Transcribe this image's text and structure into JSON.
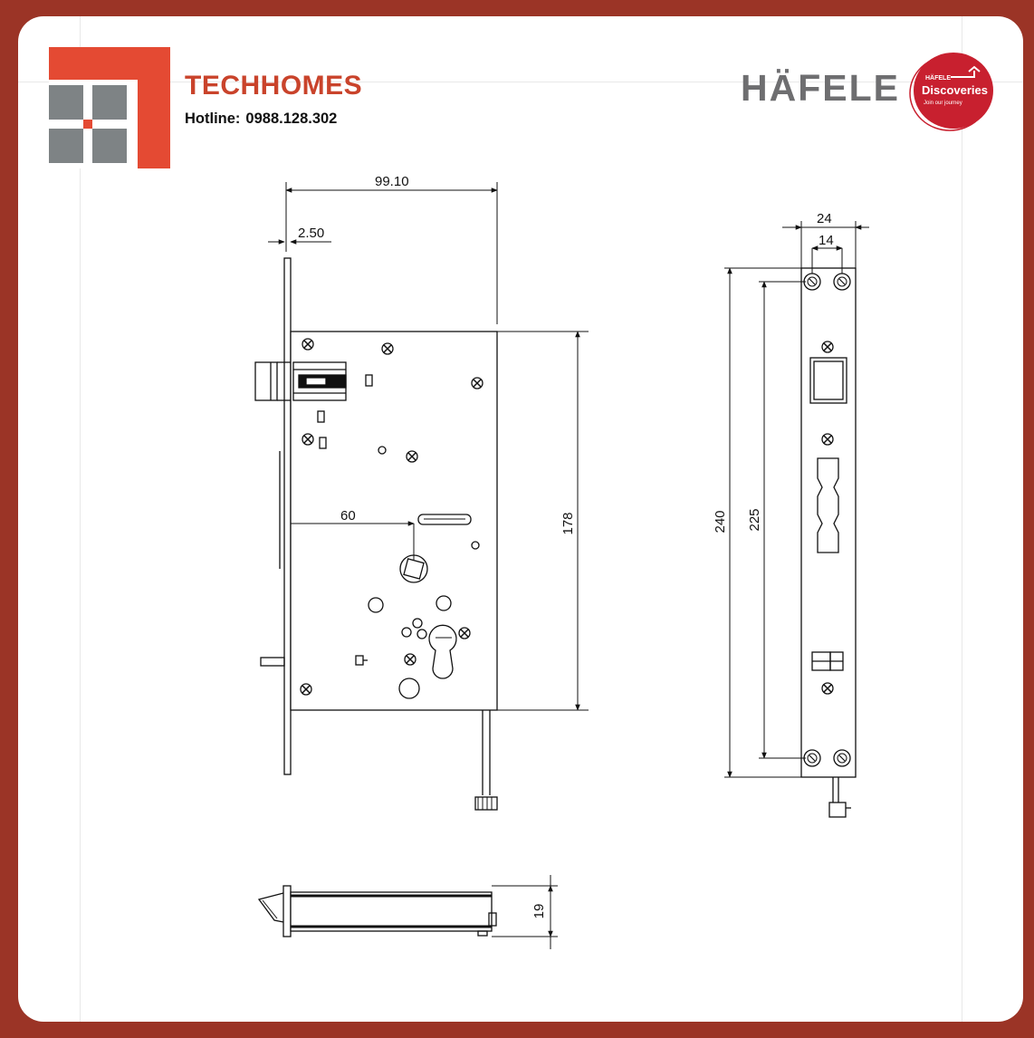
{
  "header": {
    "brand_name": "TECHHOMES",
    "hotline_label": "Hotline:",
    "hotline_number": "0988.128.302",
    "partner_logo_text": "HÄFELE",
    "partner_badge": {
      "top_text": "HÄFELE",
      "main_text": "Discoveries",
      "tagline": "Join our journey"
    }
  },
  "drawing": {
    "dimensions": {
      "body_width": "99.10",
      "faceplate_thickness": "2.50",
      "backset": "60",
      "body_height": "178",
      "faceplate_length": "240",
      "screw_distance": "225",
      "faceplate_width": "24",
      "screw_spacing": "14",
      "body_depth": "19"
    }
  },
  "colors": {
    "border": "#9b3426",
    "brand_red": "#c9432b",
    "logo_grey": "#7e8385",
    "partner_grey": "#6e6e70",
    "badge_red": "#c8202f"
  }
}
